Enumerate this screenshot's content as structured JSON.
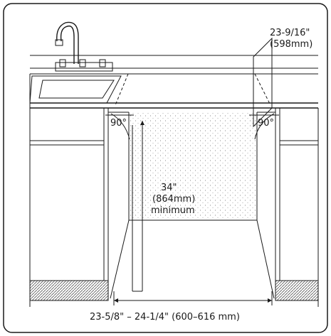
{
  "diagram": {
    "labels": {
      "width_depth_top": "23-9/16\"",
      "width_depth_top_mm": "(598mm)",
      "angle_left": "90°",
      "angle_right": "90°",
      "height": "34\"",
      "height_mm": "(864mm)",
      "height_note": "minimum",
      "opening_width": "23-5/8\" – 24-1/4\" (600–616 mm)"
    }
  }
}
